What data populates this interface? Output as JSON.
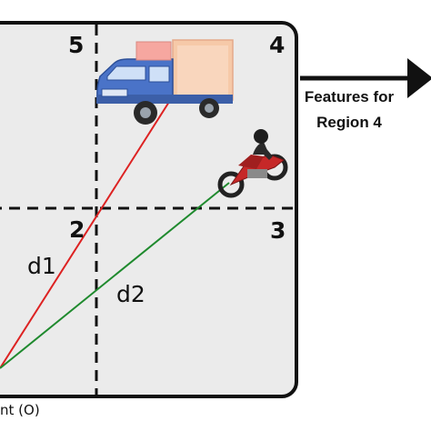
{
  "regions": {
    "r5": "5",
    "r4": "4",
    "r2": "2",
    "r3": "3"
  },
  "distances": {
    "d1": "d1",
    "d2": "d2"
  },
  "features": {
    "line1": "Features for",
    "line2": "Region 4"
  },
  "origin": {
    "label": "nt (O)"
  },
  "colors": {
    "panel": "#ebebeb",
    "d1_line": "#dd2222",
    "d2_line": "#1f8a2e",
    "truck_cab": "#4a73c8",
    "truck_box": "#f6c9a8",
    "motorcycle": "#c62828"
  },
  "icons": {
    "vehicle_1": "truck-icon",
    "vehicle_2": "motorcycle-icon",
    "arrow": "arrow-right-icon"
  }
}
